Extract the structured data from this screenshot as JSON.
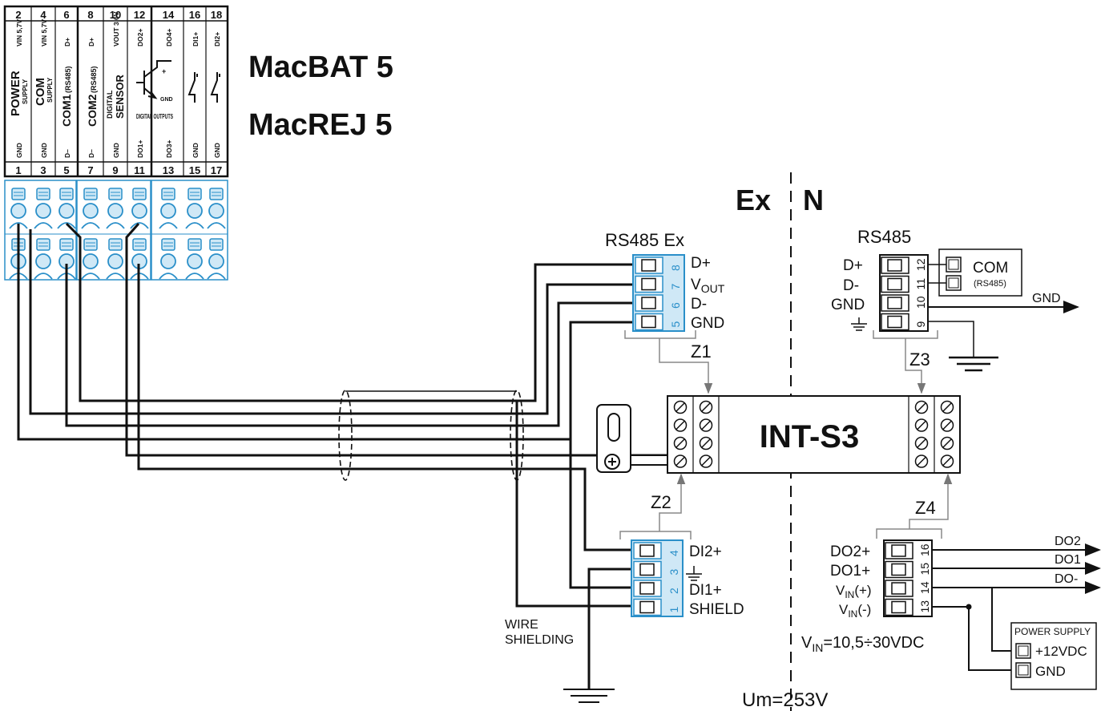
{
  "device_titles": [
    "MacBAT 5",
    "MacREJ 5"
  ],
  "device_header": {
    "top_numbers": [
      "2",
      "4",
      "6",
      "8",
      "10",
      "12",
      "14",
      "16",
      "18"
    ],
    "bottom_numbers": [
      "1",
      "3",
      "5",
      "7",
      "9",
      "11",
      "13",
      "15",
      "17"
    ],
    "top_signals": [
      "VIN 5,7V",
      "VIN 5,7V",
      "D+",
      "D+",
      "VOUT 3,6V",
      "DO2+",
      "DO4+",
      "DI1+",
      "DI2+"
    ],
    "bottom_signals": [
      "GND",
      "GND",
      "D–",
      "D–",
      "GND",
      "DO1+",
      "DO3+",
      "GND",
      "GND"
    ],
    "group_labels": [
      "POWER",
      "SUPPLY",
      "COM",
      "SUPPLY",
      "COM1",
      "(RS485)",
      "COM2",
      "(RS485)",
      "DIGITAL",
      "SENSOR",
      "DIGITAL OUTPUTS"
    ],
    "transistor_labels": [
      "+",
      "GND"
    ]
  },
  "zone_labels": {
    "ex": "Ex",
    "n": "N",
    "um": "Um=253V"
  },
  "int_s3": {
    "label": "INT-S3"
  },
  "rs485_ex": {
    "title": "RS485 Ex",
    "pins": [
      "8",
      "7",
      "6",
      "5"
    ],
    "labels": [
      "D+",
      "VOUT",
      "D-",
      "GND"
    ],
    "zone": "Z1"
  },
  "z2_block": {
    "zone": "Z2",
    "pins": [
      "4",
      "3",
      "2",
      "1"
    ],
    "labels": [
      "DI2+",
      "",
      "DI1+",
      "SHIELD"
    ]
  },
  "wire_shielding": [
    "WIRE",
    "SHIELDING"
  ],
  "rs485_n": {
    "title": "RS485",
    "pins": [
      "12",
      "11",
      "10",
      "9"
    ],
    "labels": [
      "D+",
      "D-",
      "GND",
      ""
    ],
    "zone": "Z3",
    "com_box": [
      "COM",
      "(RS485)"
    ],
    "gnd_out": "GND"
  },
  "z4_block": {
    "zone": "Z4",
    "pins": [
      "16",
      "15",
      "14",
      "13"
    ],
    "labels": [
      "DO2+",
      "DO1+",
      "VIN(+)",
      "VIN(-)"
    ],
    "outputs": [
      "DO2",
      "DO1",
      "DO-"
    ],
    "vin_range": "VIN=10,5÷30VDC"
  },
  "power_supply": {
    "title": "POWER SUPPLY",
    "terms": [
      "+12VDC",
      "GND"
    ]
  }
}
